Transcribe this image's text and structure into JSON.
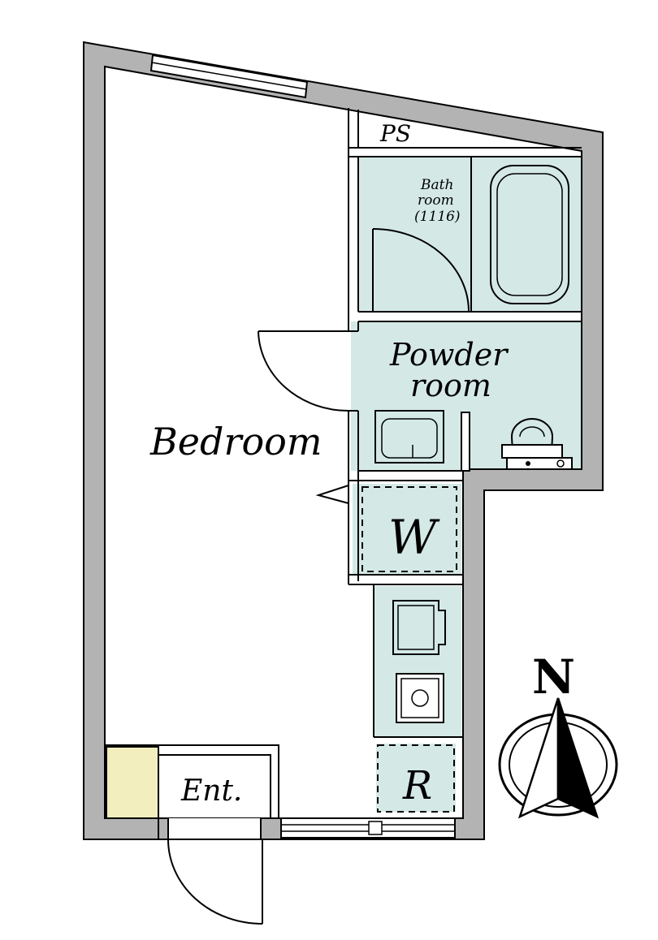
{
  "plan": {
    "rooms": {
      "bedroom": "Bedroom",
      "powder_room_line1": "Powder",
      "powder_room_line2": "room",
      "bath_line1": "Bath",
      "bath_line2": "room",
      "bath_line3": "(1116)",
      "ps": "PS",
      "wardrobe": "W",
      "refrigerator": "R",
      "entrance": "Ent."
    },
    "compass": {
      "north_label": "N"
    },
    "colors": {
      "wall": "#b3b3b3",
      "wet_area": "#d4e9e6",
      "entrance_tile": "#f2eebd",
      "line": "#000000"
    }
  }
}
